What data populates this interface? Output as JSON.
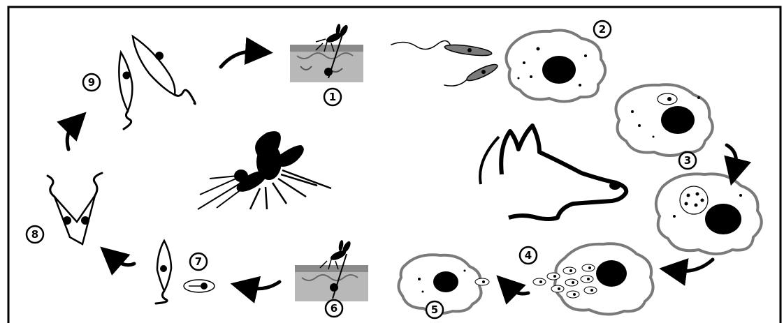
{
  "steps": [
    {
      "label": "1"
    },
    {
      "label": "2"
    },
    {
      "label": "3"
    },
    {
      "label": "4"
    },
    {
      "label": "5"
    },
    {
      "label": "6"
    },
    {
      "label": "7"
    },
    {
      "label": "8"
    },
    {
      "label": "9"
    }
  ],
  "hosts": {
    "vector": {
      "icon": "sandfly-icon"
    },
    "reservoir": {
      "icon": "dog-head-icon"
    }
  },
  "colors": {
    "outline": "#000000",
    "cell_border": "#7a7a7a",
    "skin": "#b8b8b8"
  }
}
